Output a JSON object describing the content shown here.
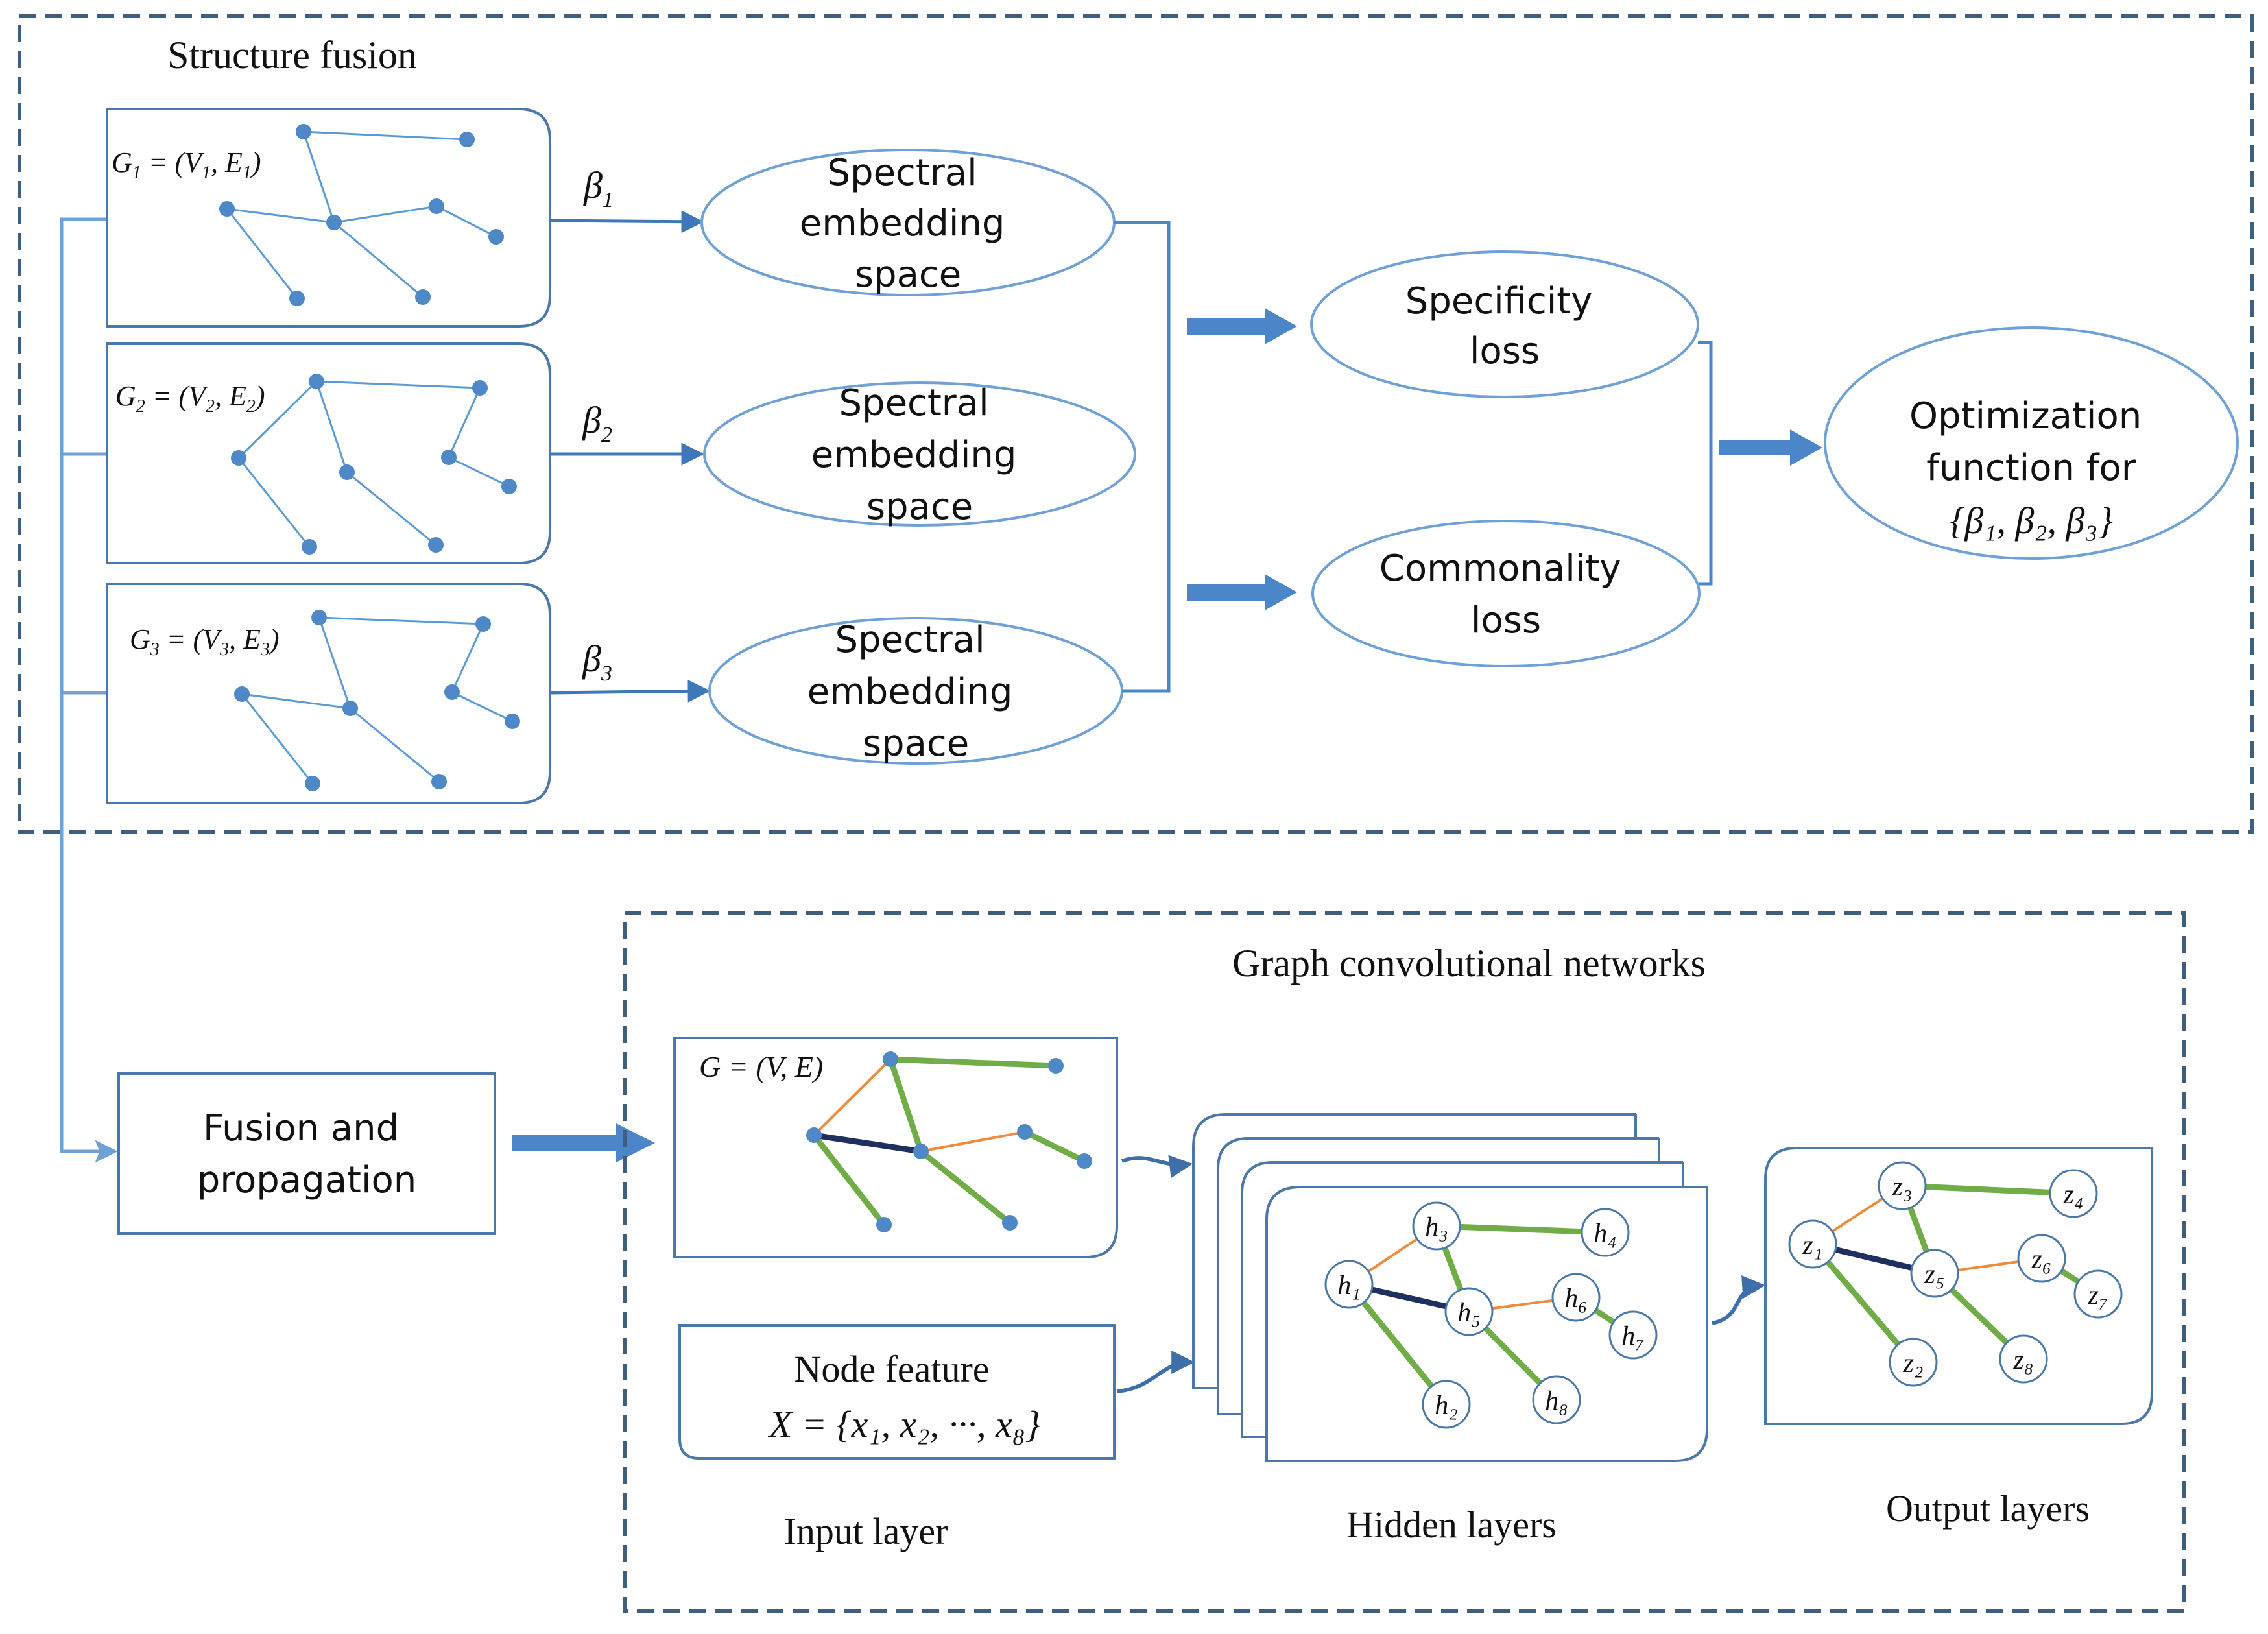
{
  "colors": {
    "dashed_border": "#3f5f7f",
    "box_border": "#4a78a8",
    "arrow": "#4a86c8",
    "edge_blue": "#5b9bd5",
    "node_blue": "#4f88c6",
    "edge_green": "#70ad47",
    "edge_orange": "#ed8b3f",
    "edge_dark": "#1f2f5e"
  },
  "structure_fusion": {
    "title": "Structure fusion",
    "graphs": [
      {
        "label": "G",
        "sub": "1",
        "eq": " = (V",
        "sub2": "1",
        "mid": ", E",
        "sub3": "1",
        "end": ")"
      },
      {
        "label": "G",
        "sub": "2",
        "eq": " = (V",
        "sub2": "2",
        "mid": ", E",
        "sub3": "2",
        "end": ")"
      },
      {
        "label": "G",
        "sub": "3",
        "eq": " = (V",
        "sub2": "3",
        "mid": ", E",
        "sub3": "3",
        "end": ")"
      }
    ],
    "weights": [
      {
        "symbol": "β",
        "sub": "1"
      },
      {
        "symbol": "β",
        "sub": "2"
      },
      {
        "symbol": "β",
        "sub": "3"
      }
    ],
    "embeddings": [
      {
        "line1": "Spectral",
        "line2": "embedding",
        "line3": "space"
      },
      {
        "line1": "Spectral",
        "line2": "embedding",
        "line3": "space"
      },
      {
        "line1": "Spectral",
        "line2": "embedding",
        "line3": "space"
      }
    ],
    "specificity": {
      "line1": "Specificity",
      "line2": "loss"
    },
    "commonality": {
      "line1": "Commonality",
      "line2": "loss"
    },
    "optimization": {
      "line1": "Optimization",
      "line2": "function for",
      "line3": "{β₁, β₂, β₃}"
    }
  },
  "fusion_box": {
    "line1": "Fusion and",
    "line2": "propagation"
  },
  "gcn": {
    "title": "Graph convolutional networks",
    "graph_label": "G = (V, E)",
    "node_feature": {
      "line1": "Node feature",
      "line2": "X = {x₁, x₂, ···, x₈}"
    },
    "input_caption": "Input layer",
    "hidden_caption": "Hidden layers",
    "output_caption": "Output layers",
    "hidden_nodes": [
      "h₁",
      "h₂",
      "h₃",
      "h₄",
      "h₅",
      "h₆",
      "h₇",
      "h₈"
    ],
    "output_nodes": [
      "z₁",
      "z₂",
      "z₃",
      "z₄",
      "z₅",
      "z₆",
      "z₇",
      "z₈"
    ]
  }
}
